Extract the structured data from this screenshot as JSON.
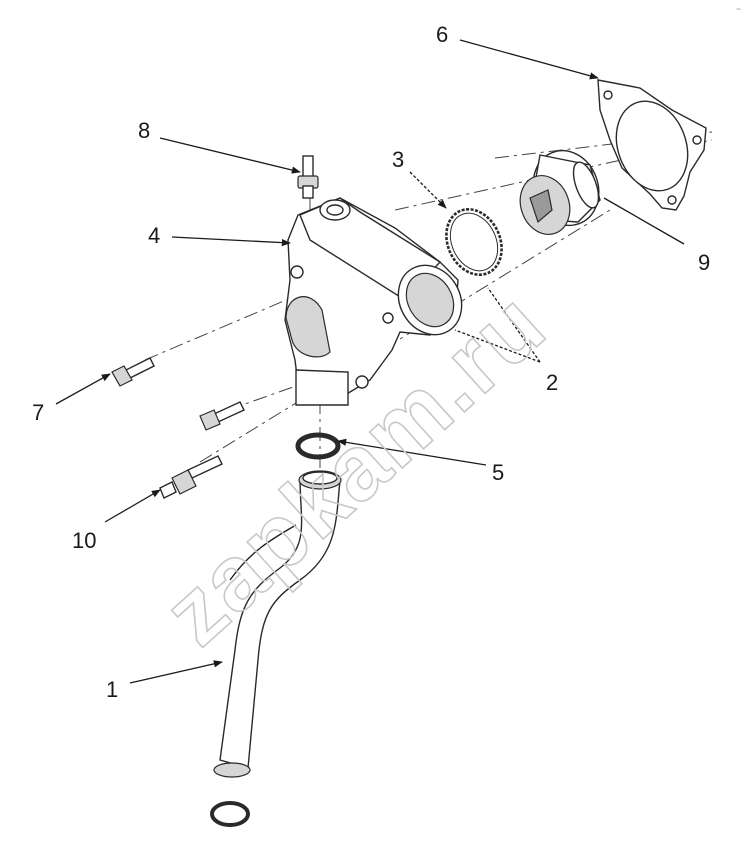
{
  "corner_mark": "~",
  "watermark": "zapkam.ru",
  "callouts": [
    {
      "id": "1",
      "text": "1"
    },
    {
      "id": "2",
      "text": "2"
    },
    {
      "id": "3",
      "text": "3"
    },
    {
      "id": "4",
      "text": "4"
    },
    {
      "id": "5",
      "text": "5"
    },
    {
      "id": "6",
      "text": "6"
    },
    {
      "id": "7",
      "text": "7"
    },
    {
      "id": "8",
      "text": "8"
    },
    {
      "id": "9",
      "text": "9"
    },
    {
      "id": "10",
      "text": "10"
    }
  ]
}
